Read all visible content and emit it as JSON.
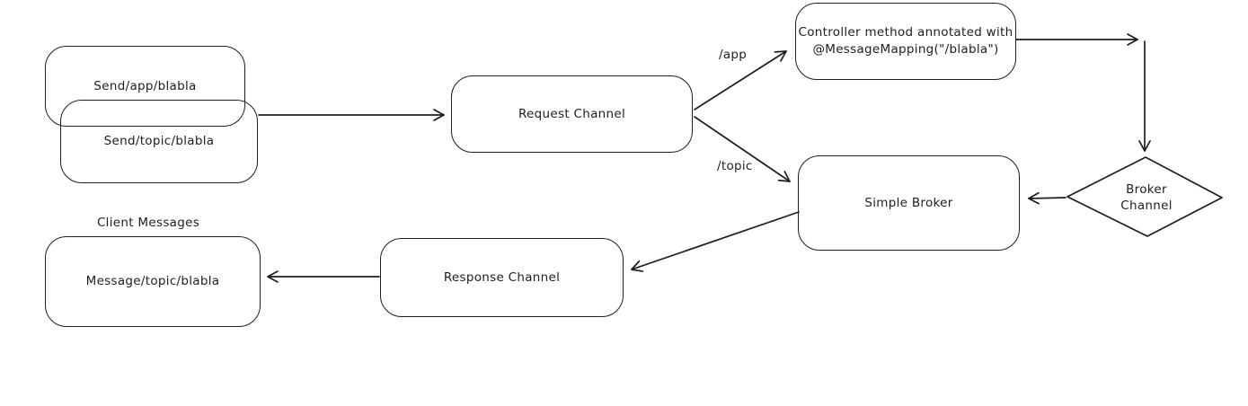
{
  "diagram": {
    "colors": {
      "stroke": "#1e1e1e",
      "background": "#ffffff"
    },
    "nodes": {
      "send_app": {
        "label": "Send/app/blabla"
      },
      "send_topic": {
        "label": "Send/topic/blabla"
      },
      "request_channel": {
        "label": "Request Channel"
      },
      "controller": {
        "label_line1": "Controller method annotated with",
        "label_line2": "@MessageMapping(\"/blabla\")"
      },
      "broker_channel": {
        "label_line1": "Broker",
        "label_line2": "Channel"
      },
      "simple_broker": {
        "label": "Simple Broker"
      },
      "response_channel": {
        "label": "Response Channel"
      },
      "message_topic": {
        "label": "Message/topic/blabla"
      }
    },
    "annotations": {
      "client_messages": "Client Messages"
    },
    "edge_labels": {
      "app": "/app",
      "topic": "/topic"
    }
  }
}
